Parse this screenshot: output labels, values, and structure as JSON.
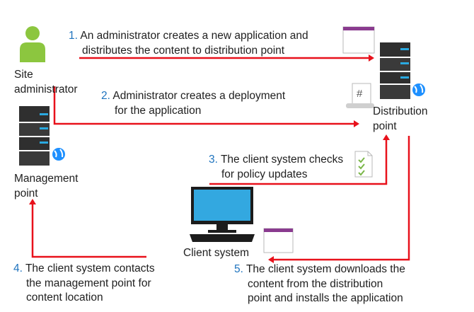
{
  "colors": {
    "arrow": "#e8111b",
    "step_number": "#1e73be",
    "server_dark": "#2f2f2f",
    "server_light": "#4a4a4a",
    "led": "#2aa9e0",
    "person": "#8cc63f",
    "window_header": "#8a3b8f",
    "globe": "#1e90ff",
    "check": "#7ab648",
    "monitor_screen": "#33a8e0"
  },
  "nodes": {
    "site_admin": {
      "label_line1": "Site",
      "label_line2": "administrator",
      "icon": "person-icon"
    },
    "distribution_point": {
      "label_line1": "Distribution",
      "label_line2": "point",
      "icon": "server-icon"
    },
    "management_point": {
      "label_line1": "Management",
      "label_line2": "point",
      "icon": "server-icon"
    },
    "client_system": {
      "label": "Client system",
      "icon": "monitor-icon"
    }
  },
  "steps": [
    {
      "number": "1.",
      "line1": "An administrator creates a new application and",
      "line2": "distributes the content to distribution point"
    },
    {
      "number": "2.",
      "line1": "Administrator creates a deployment",
      "line2": "for the application"
    },
    {
      "number": "3.",
      "line1": "The client system checks",
      "line2": "for policy updates"
    },
    {
      "number": "4.",
      "line1": "The client system contacts",
      "line2": "the management point for",
      "line3": "content location"
    },
    {
      "number": "5.",
      "line1": "The client system downloads the",
      "line2": "content from the distribution",
      "line3": "point and installs the application"
    }
  ],
  "policy_doc_symbol": "#"
}
